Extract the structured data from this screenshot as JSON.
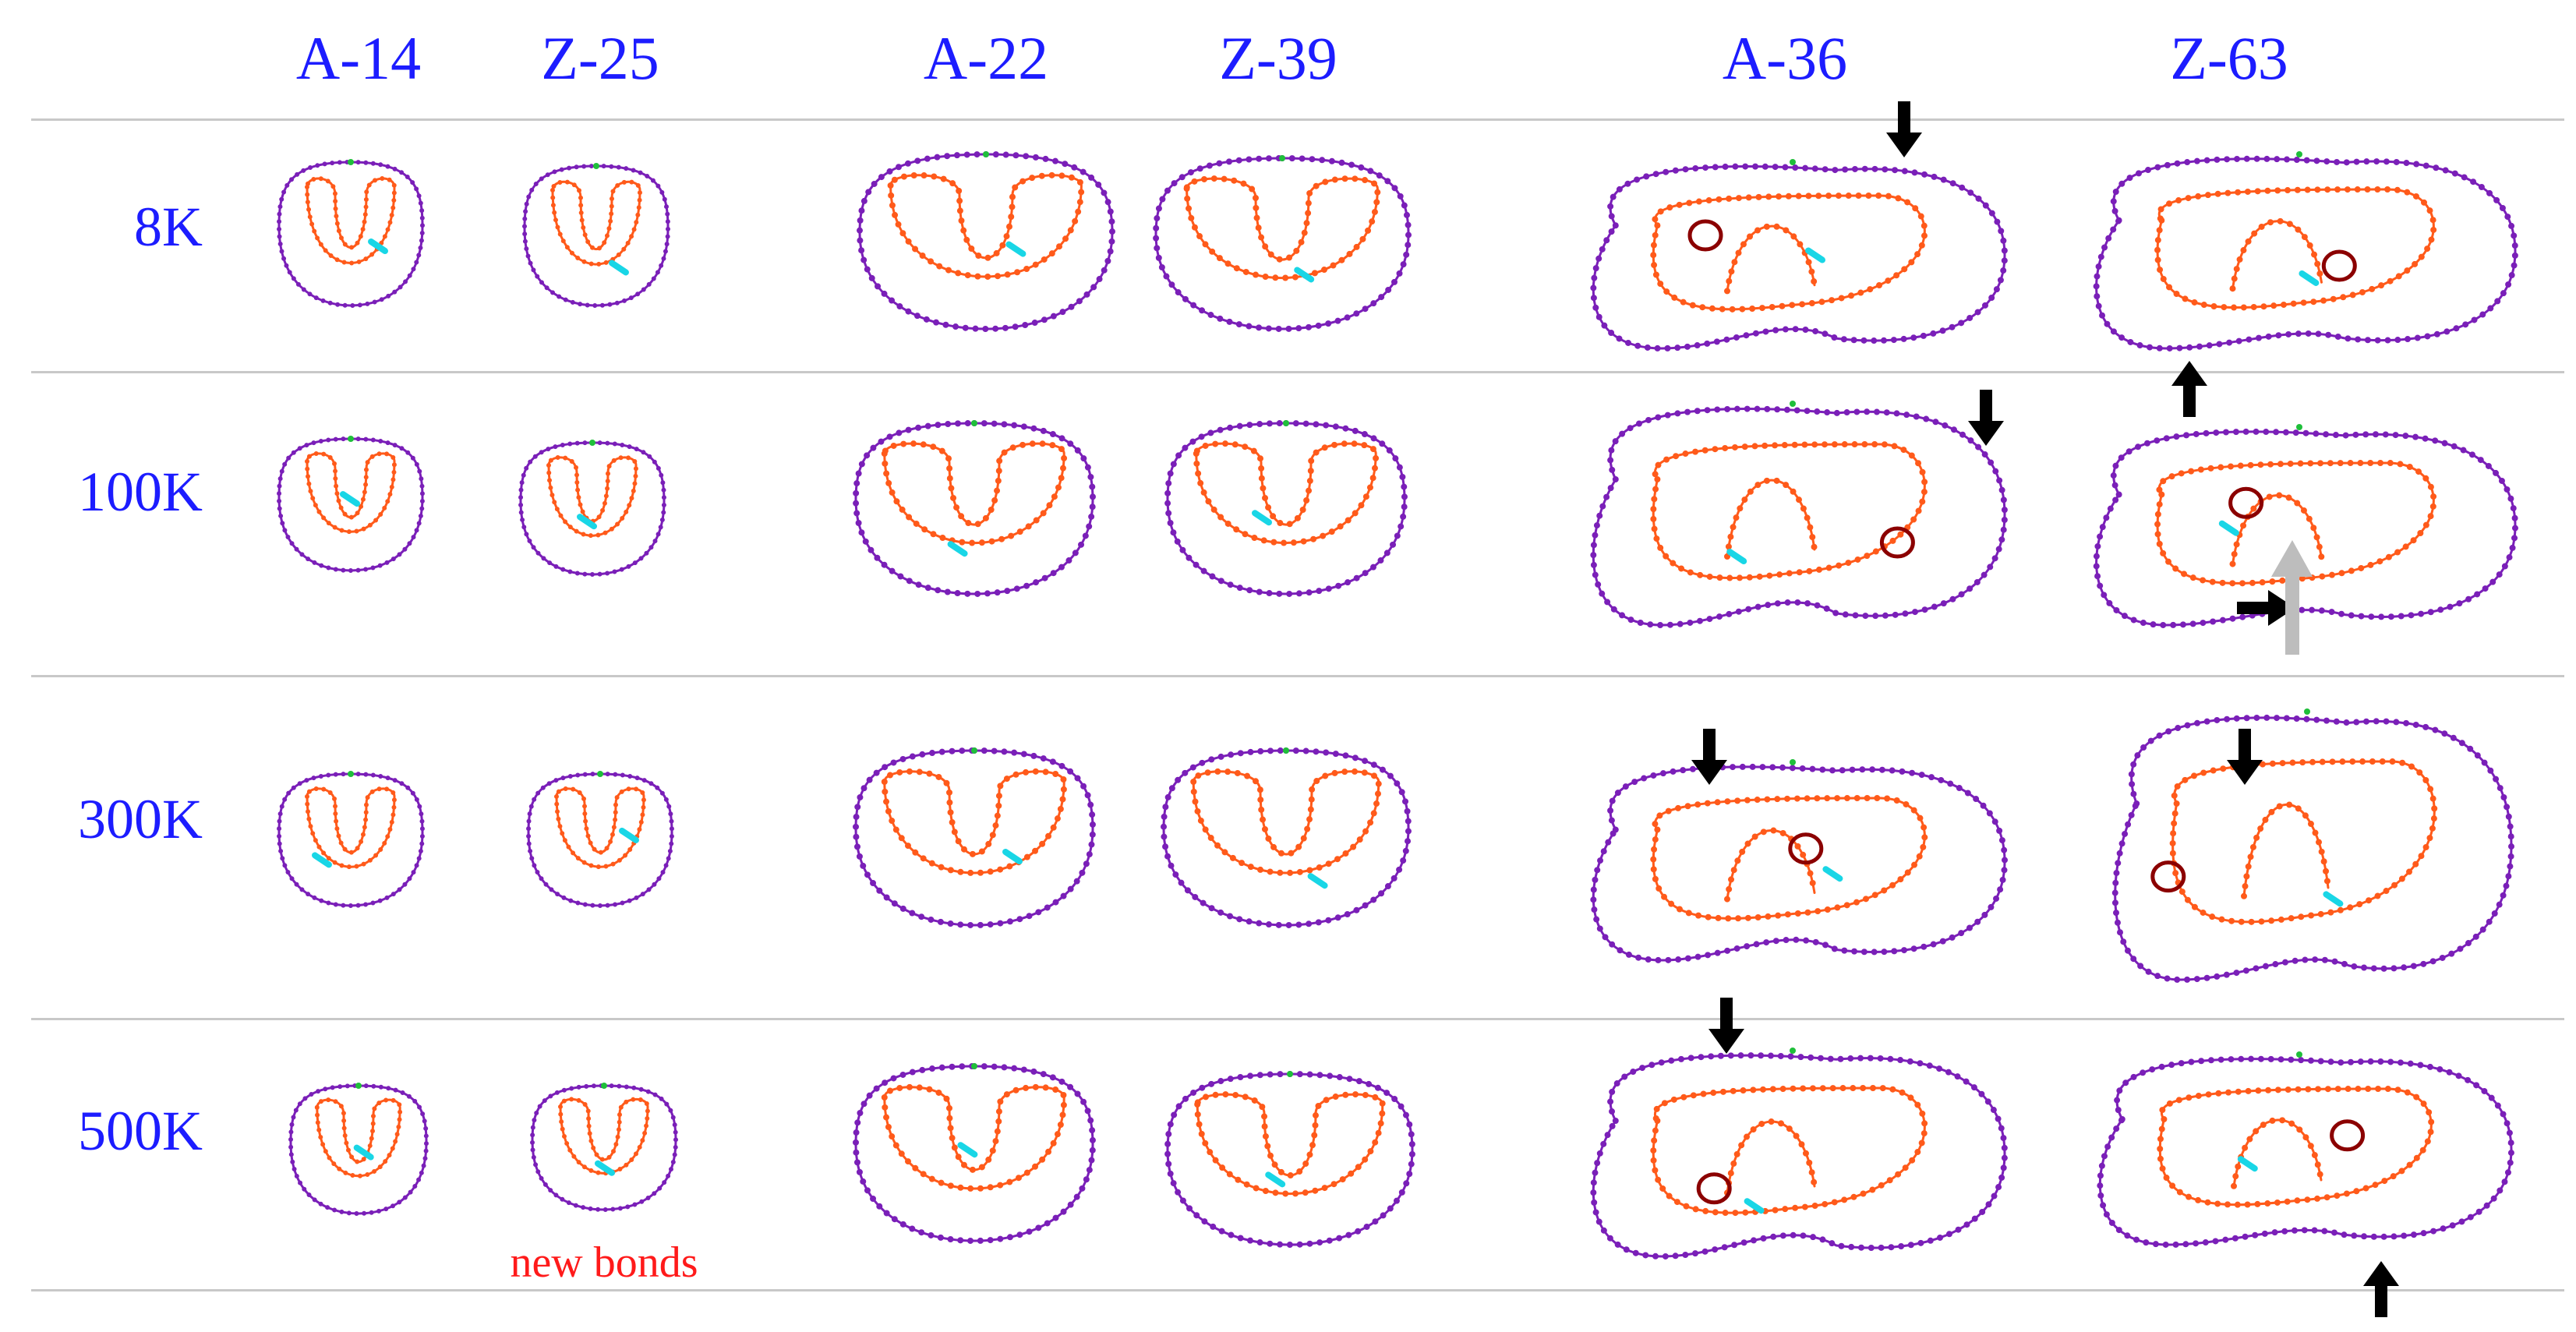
{
  "columns": [
    "A-14",
    "Z-25",
    "A-22",
    "Z-39",
    "A-36",
    "Z-63"
  ],
  "rows": [
    "8K",
    "100K",
    "300K",
    "500K"
  ],
  "annotation": "new bonds",
  "colors": {
    "label": "#1c1cff",
    "outer_chain": "#7a1fb8",
    "inner_chain": "#ff5a1a",
    "highlight": "#19d6e6",
    "marker": "#1fbf3a",
    "circle": "#8b0000",
    "arrow": "#000000",
    "arrow_gray": "#bdbdbd",
    "annotation": "#ff1a1a",
    "separator": "#c8c8c8"
  }
}
